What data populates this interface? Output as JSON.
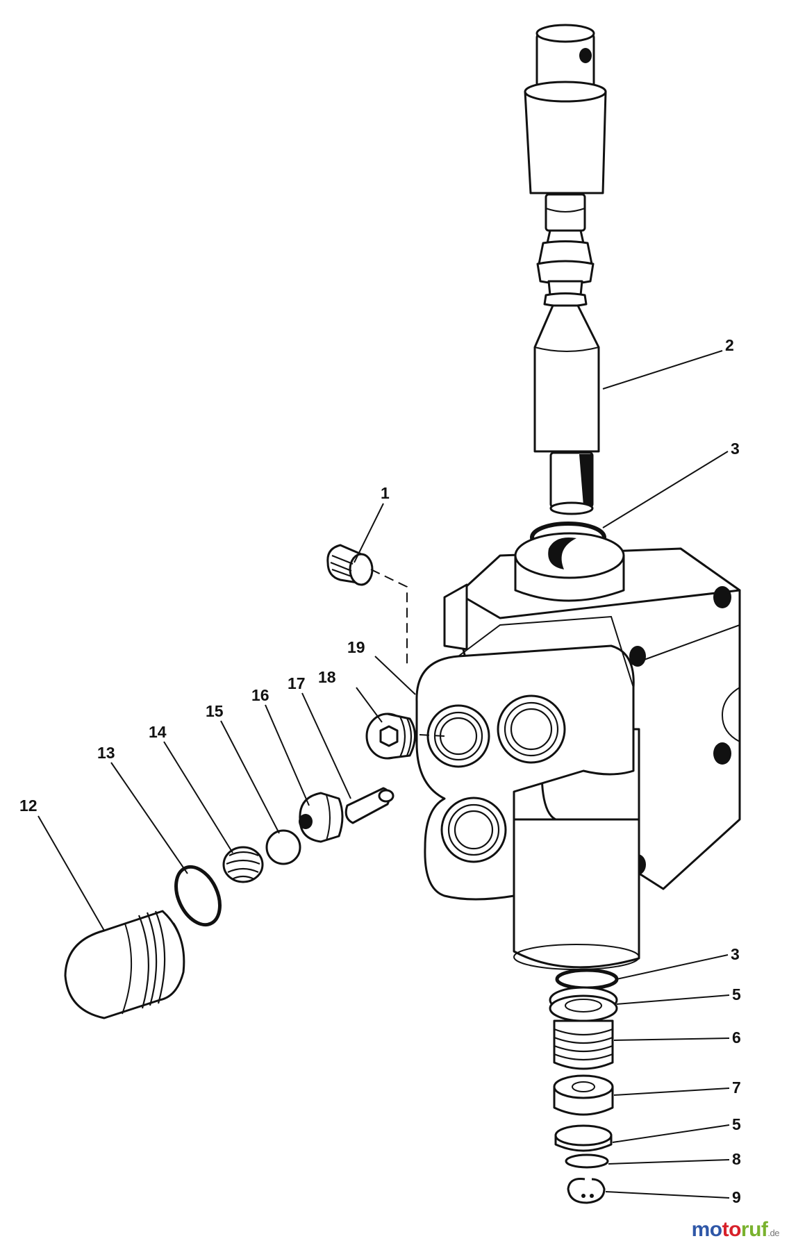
{
  "callouts": {
    "c1": "1",
    "c2": "2",
    "c3a": "3",
    "c3b": "3",
    "c5a": "5",
    "c5b": "5",
    "c6": "6",
    "c7": "7",
    "c8": "8",
    "c9": "9",
    "c12": "12",
    "c13": "13",
    "c14": "14",
    "c15": "15",
    "c16": "16",
    "c17": "17",
    "c18": "18",
    "c19": "19"
  },
  "watermark": {
    "p1": "mo",
    "p2": "to",
    "p3": "ruf",
    "suffix": ".de"
  },
  "colors": {
    "ink": "#111111",
    "brand_blue": "#2f57a7",
    "brand_red": "#d8212a",
    "brand_green": "#79b22e"
  }
}
